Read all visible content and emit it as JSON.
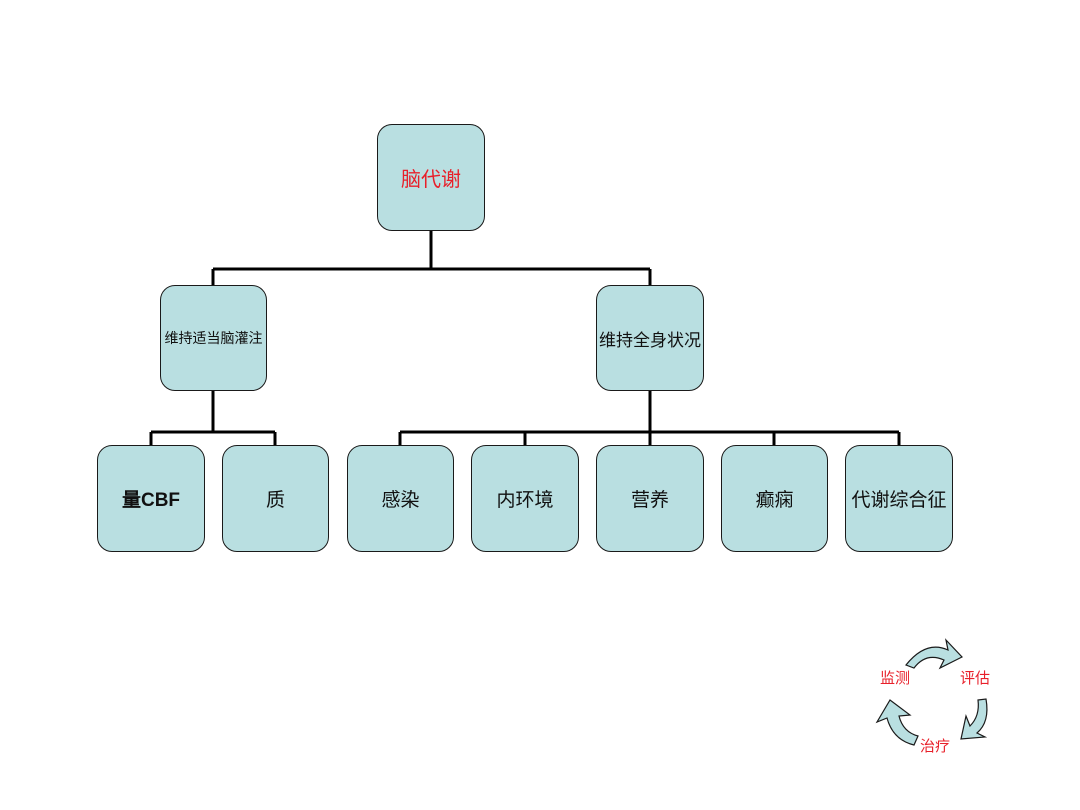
{
  "root": {
    "label": "脑代谢"
  },
  "branches": [
    {
      "label": "维持适当脑灌注",
      "children": [
        "量CBF",
        "质"
      ]
    },
    {
      "label": "维持全身状况",
      "children": [
        "感染",
        "内环境",
        "营养",
        "癫痫",
        "代谢综合征"
      ]
    }
  ],
  "cycle": {
    "labels": [
      "监测",
      "评估",
      "治疗"
    ]
  },
  "colors": {
    "node_fill": "#b9dfe1",
    "node_border": "#1a1a1a",
    "accent_text": "#e8202a",
    "line": "#000000",
    "arrow_fill": "#b9dfe1"
  }
}
